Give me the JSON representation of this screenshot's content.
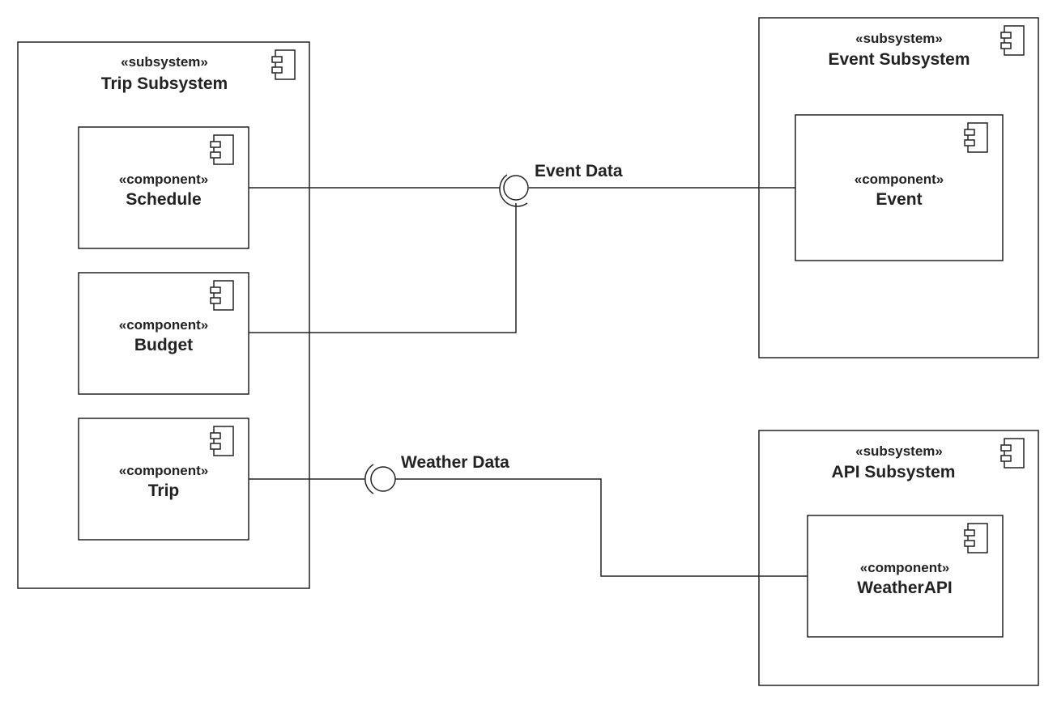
{
  "subsystems": {
    "trip": {
      "stereotype": "«subsystem»",
      "name": "Trip Subsystem"
    },
    "event": {
      "stereotype": "«subsystem»",
      "name": "Event Subsystem"
    },
    "api": {
      "stereotype": "«subsystem»",
      "name": "API Subsystem"
    }
  },
  "components": {
    "schedule": {
      "stereotype": "«component»",
      "name": "Schedule"
    },
    "budget": {
      "stereotype": "«component»",
      "name": "Budget"
    },
    "trip": {
      "stereotype": "«component»",
      "name": "Trip"
    },
    "event": {
      "stereotype": "«component»",
      "name": "Event"
    },
    "weatherapi": {
      "stereotype": "«component»",
      "name": "WeatherAPI"
    }
  },
  "interfaces": {
    "event_data": {
      "name": "Event Data"
    },
    "weather_data": {
      "name": "Weather Data"
    }
  },
  "icons": {
    "component": "component-icon",
    "provided": "lollipop-icon",
    "required": "socket-icon"
  },
  "colors": {
    "stroke": "#222222",
    "background": "#ffffff"
  }
}
